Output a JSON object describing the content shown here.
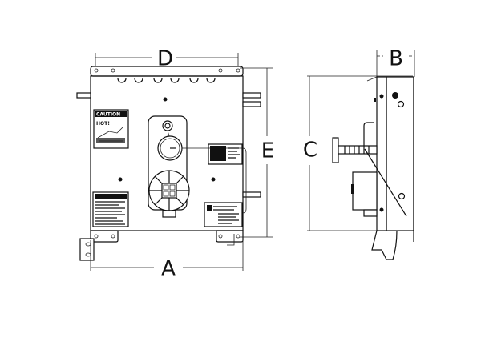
{
  "dimensions": {
    "a": "A",
    "b": "B",
    "c": "C",
    "d": "D",
    "e": "E"
  },
  "labels": {
    "caution": "CAUTION",
    "hot": "HOT!"
  }
}
